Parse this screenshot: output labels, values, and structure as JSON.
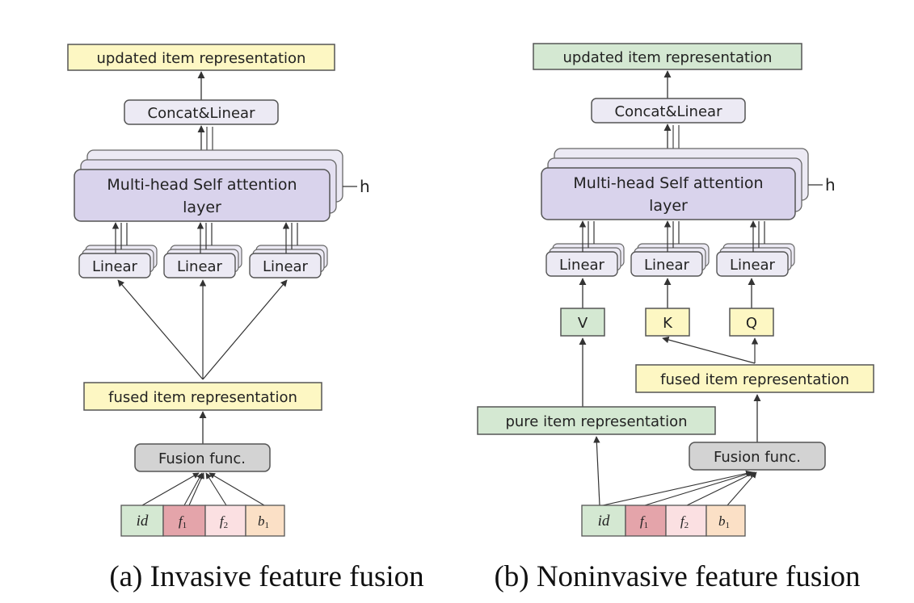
{
  "colors": {
    "yellow": "#fdf7c3",
    "green": "#d4e8d2",
    "lavender": "#d9d3ec",
    "lightbox": "#eceaf4",
    "gray": "#d3d3d3",
    "f1": "#e4a4aa",
    "f2": "#fbe0e2",
    "b1": "#fbe0c6",
    "line": "#444444"
  },
  "left": {
    "updated_label": "updated item representation",
    "concat_label": "Concat&Linear",
    "mhsa_line1": "Multi-head Self attention",
    "mhsa_line2": "layer",
    "h_label": "h",
    "linear_labels": [
      "Linear",
      "Linear",
      "Linear"
    ],
    "fused_label": "fused item representation",
    "fusion_label": "Fusion func.",
    "features": [
      {
        "main": "id",
        "sub": ""
      },
      {
        "main": "f",
        "sub": "1"
      },
      {
        "main": "f",
        "sub": "2"
      },
      {
        "main": "b",
        "sub": "1"
      }
    ],
    "caption": "(a) Invasive feature fusion"
  },
  "right": {
    "updated_label": "updated item representation",
    "concat_label": "Concat&Linear",
    "mhsa_line1": "Multi-head Self attention",
    "mhsa_line2": "layer",
    "h_label": "h",
    "linear_labels": [
      "Linear",
      "Linear",
      "Linear"
    ],
    "vkq_labels": [
      "V",
      "K",
      "Q"
    ],
    "fused_label": "fused item representation",
    "pure_label": "pure item representation",
    "fusion_label": "Fusion func.",
    "features": [
      {
        "main": "id",
        "sub": ""
      },
      {
        "main": "f",
        "sub": "1"
      },
      {
        "main": "f",
        "sub": "2"
      },
      {
        "main": "b",
        "sub": "1"
      }
    ],
    "caption": "(b) Noninvasive feature fusion"
  }
}
